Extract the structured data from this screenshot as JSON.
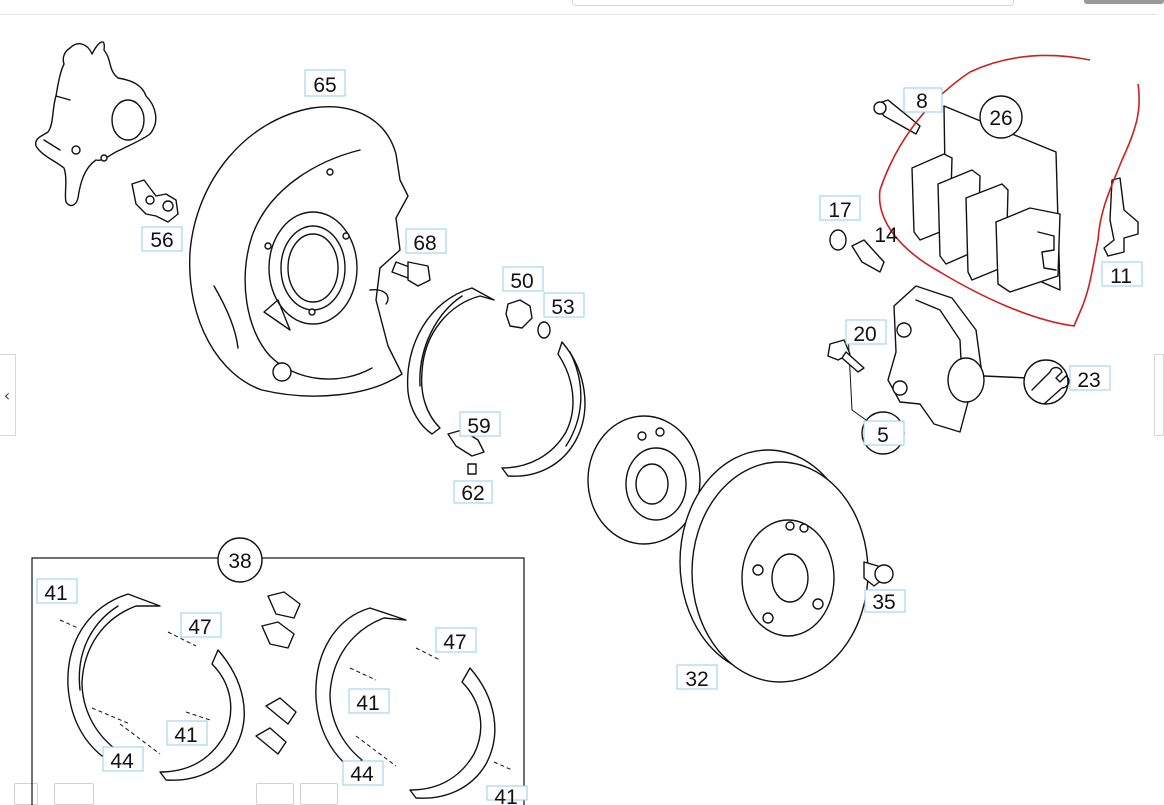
{
  "nav": {
    "prev_icon": "chevron-left-icon",
    "prev_glyph": "‹"
  },
  "callouts": {
    "p65": "65",
    "p56": "56",
    "p68": "68",
    "p50": "50",
    "p53": "53",
    "p59": "59",
    "p62": "62",
    "p8": "8",
    "p26": "26",
    "p17": "17",
    "p14": "14",
    "p11": "11",
    "p20": "20",
    "p23": "23",
    "p5": "5",
    "p38": "38",
    "p35": "35",
    "p32": "32",
    "p41a": "41",
    "p47a": "47",
    "p41b": "41",
    "p44a": "44",
    "p47b": "47",
    "p41c": "41",
    "p44b": "44",
    "p41d": "41"
  },
  "colors": {
    "highlight": "#cc1f1f",
    "label_box": "#8fcfe6",
    "line": "#111111"
  }
}
